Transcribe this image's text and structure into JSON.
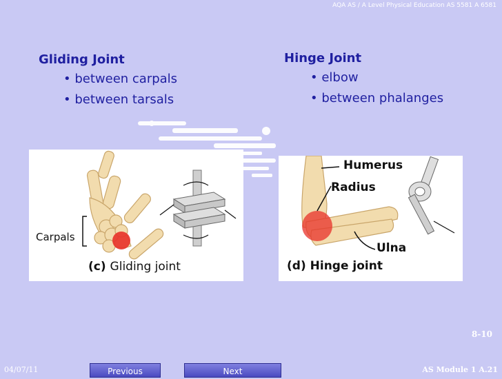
{
  "header": {
    "course": "AQA AS / A Level Physical Education AS 5581 A 6581"
  },
  "gliding": {
    "title": "Gliding Joint",
    "bullets": [
      "• between carpals",
      "• between tarsals"
    ],
    "figure": {
      "carpals_label": "Carpals",
      "caption_letter": "(c)",
      "caption_text": "Gliding joint"
    }
  },
  "hinge": {
    "title": "Hinge Joint",
    "bullets": [
      "• elbow",
      "• between phalanges"
    ],
    "figure": {
      "humerus_label": "Humerus",
      "radius_label": "Radius",
      "ulna_label": "Ulna",
      "caption_letter": "(d)",
      "caption_text": "Hinge joint"
    }
  },
  "footer": {
    "slide_number": "8-10",
    "date": "04/07/11",
    "module": "AS Module 1 A.21",
    "previous_label": "Previous",
    "next_label": "Next"
  },
  "colors": {
    "background": "#c9c9f4",
    "title_text": "#1f1fa0",
    "joint_highlight": "#e8322a"
  }
}
